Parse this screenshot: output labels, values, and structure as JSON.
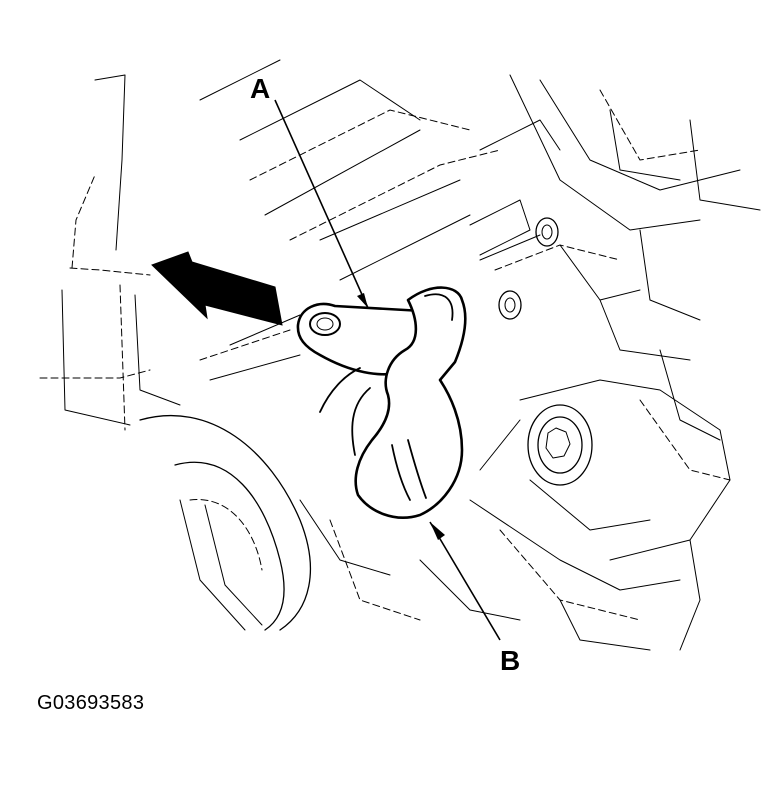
{
  "figure": {
    "callouts": [
      {
        "letter": "A"
      },
      {
        "letter": "B"
      }
    ],
    "direction_arrow": "removal-direction-arrow",
    "figure_id": "G03693583"
  },
  "colors": {
    "line": "#000000",
    "background": "#ffffff"
  }
}
